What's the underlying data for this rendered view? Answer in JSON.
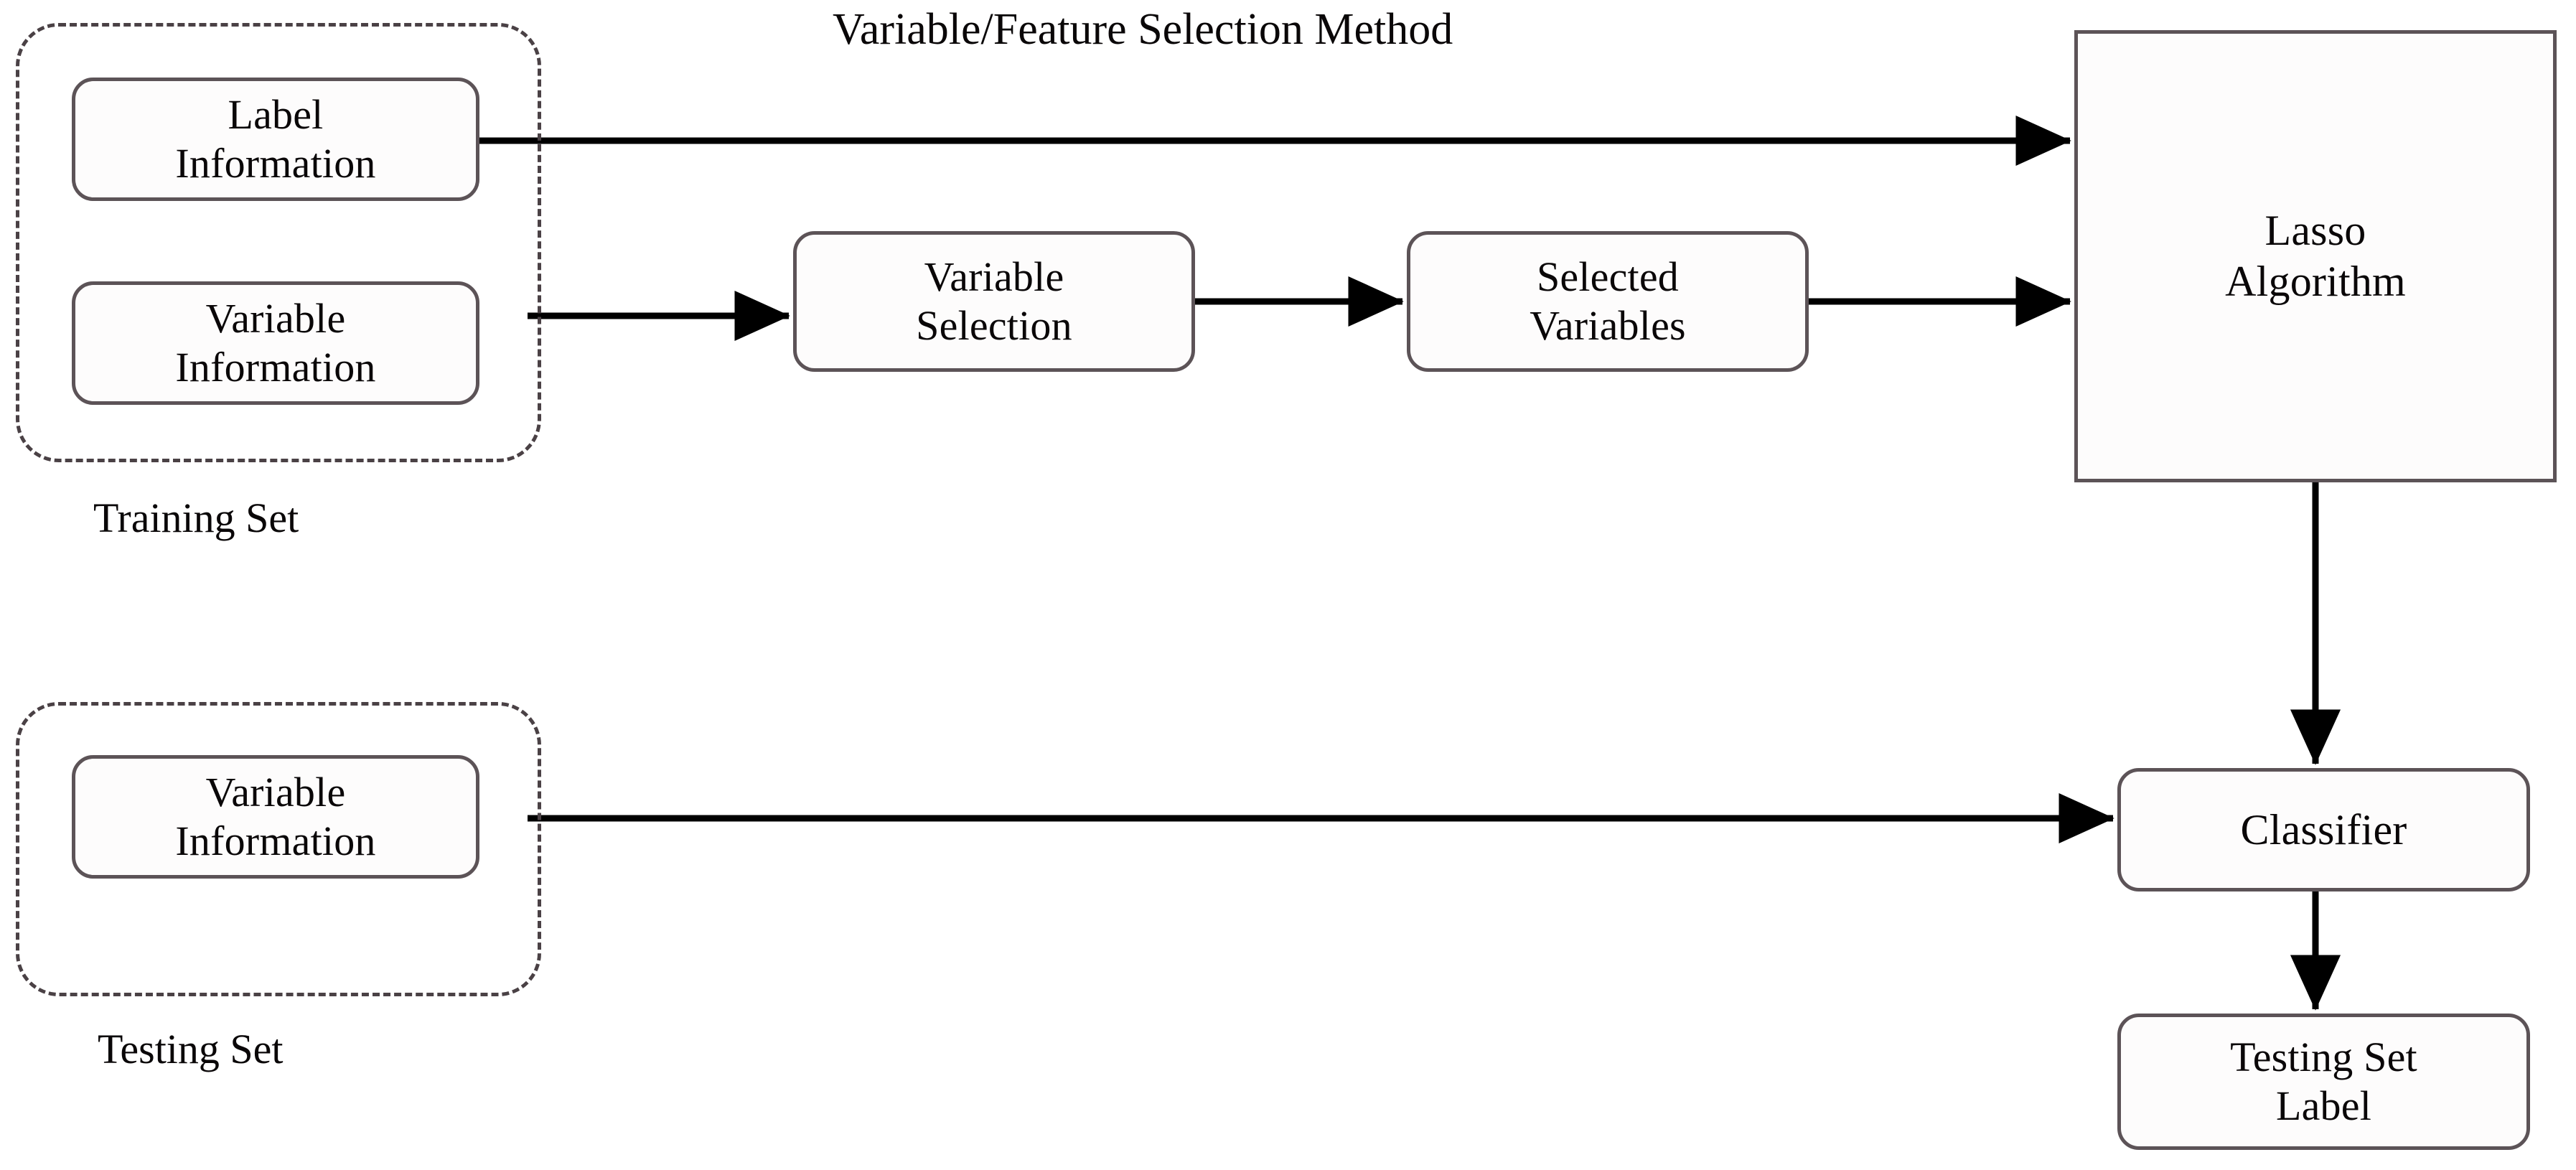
{
  "diagram": {
    "title": "Variable/Feature Selection Method",
    "background_color": "#ffffff",
    "node_border_color": "#5c5357",
    "node_fill_color": "#fdfcfc",
    "connector_color": "#000000",
    "group_border_color": "#4a4145",
    "text_color": "#0a0708"
  },
  "groups": [
    {
      "id": "training",
      "caption": "Training Set",
      "style": "dashed-rounded"
    },
    {
      "id": "testing",
      "caption": "Testing Set",
      "style": "dashed-rounded"
    }
  ],
  "nodes": {
    "label_information": "Label\nInformation",
    "variable_information_training": "Variable\nInformation",
    "variable_information_testing": "Variable\nInformation",
    "variable_selection": "Variable\nSelection",
    "selected_variables": "Selected\nVariables",
    "lasso_algorithm": "Lasso\nAlgorithm",
    "classifier": "Classifier",
    "testing_set_label": "Testing Set\nLabel"
  },
  "edges": [
    {
      "from": "label_information",
      "to": "lasso_algorithm",
      "arrowhead": true,
      "orientation": "horizontal"
    },
    {
      "from": "variable_information_training",
      "to": "variable_selection",
      "arrowhead": true,
      "orientation": "horizontal"
    },
    {
      "from": "variable_selection",
      "to": "selected_variables",
      "arrowhead": true,
      "orientation": "horizontal"
    },
    {
      "from": "selected_variables",
      "to": "lasso_algorithm",
      "arrowhead": true,
      "orientation": "horizontal"
    },
    {
      "from": "lasso_algorithm",
      "to": "classifier",
      "arrowhead": true,
      "orientation": "vertical"
    },
    {
      "from": "variable_information_testing",
      "to": "classifier",
      "arrowhead": true,
      "orientation": "horizontal"
    },
    {
      "from": "classifier",
      "to": "testing_set_label",
      "arrowhead": true,
      "orientation": "vertical"
    }
  ]
}
